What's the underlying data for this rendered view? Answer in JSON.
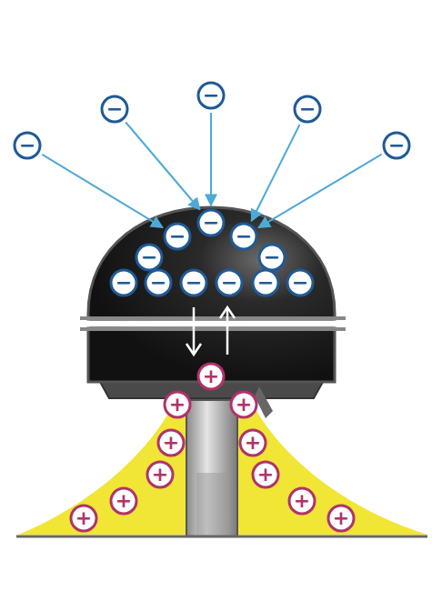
{
  "diagram": {
    "nodes": [
      {
        "text": [
          "−"
        ]
      },
      {
        "text": [
          "−"
        ]
      },
      {
        "text": [
          "−"
        ]
      },
      {
        "text": [
          "−"
        ]
      },
      {
        "text": [
          "−"
        ]
      },
      {
        "text": [
          "−"
        ]
      },
      {
        "text": [
          "−"
        ]
      },
      {
        "text": [
          "−"
        ]
      },
      {
        "text": [
          "−"
        ]
      },
      {
        "text": [
          "−"
        ]
      },
      {
        "text": [
          "−"
        ]
      },
      {
        "text": [
          "−"
        ]
      },
      {
        "text": [
          "−"
        ]
      },
      {
        "text": [
          "−"
        ]
      },
      {
        "text": [
          "−"
        ]
      },
      {
        "text": [
          "−"
        ]
      },
      {
        "text": [
          "+"
        ]
      },
      {
        "text": [
          "+"
        ]
      },
      {
        "text": [
          "+"
        ]
      },
      {
        "text": [
          "+"
        ]
      },
      {
        "text": [
          "+"
        ]
      },
      {
        "text": [
          "+"
        ]
      },
      {
        "text": [
          "+"
        ]
      },
      {
        "text": [
          "+"
        ]
      },
      {
        "text": [
          "+"
        ]
      },
      {
        "text": [
          "+"
        ]
      },
      {
        "text": [
          "+"
        ]
      }
    ],
    "edges": [
      {
        "from": 0,
        "to": 6,
        "arrow": "to"
      },
      {
        "from": 1,
        "to": 5,
        "arrow": "to"
      },
      {
        "from": 2,
        "to": 5,
        "arrow": "to"
      },
      {
        "from": 3,
        "to": 7,
        "arrow": "to"
      },
      {
        "from": 4,
        "to": 7,
        "arrow": "to"
      }
    ]
  }
}
